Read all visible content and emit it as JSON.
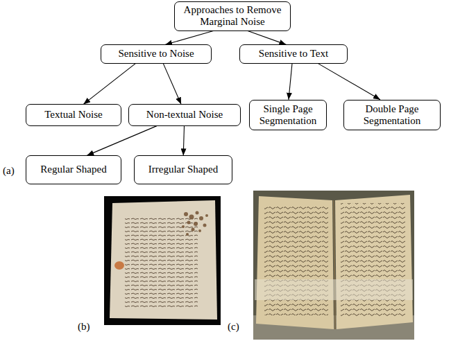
{
  "diagram": {
    "nodes": [
      {
        "text": [
          "Approaches to Remove Marginal Noise"
        ]
      },
      {
        "text": [
          "Sensitive to Noise"
        ]
      },
      {
        "text": [
          "Sensitive to Text"
        ]
      },
      {
        "text": [
          "Textual Noise"
        ]
      },
      {
        "text": [
          "Non-textual Noise"
        ]
      },
      {
        "text": [
          "Single Page Segmentation"
        ]
      },
      {
        "text": [
          "Double Page Segmentation"
        ]
      },
      {
        "text": [
          "Regular Shaped"
        ]
      },
      {
        "text": [
          "Irregular Shaped"
        ]
      }
    ],
    "edges": [
      {
        "from": 0,
        "to": 1,
        "arrow": "to"
      },
      {
        "from": 0,
        "to": 2,
        "arrow": "to"
      },
      {
        "from": 1,
        "to": 3,
        "arrow": "to"
      },
      {
        "from": 1,
        "to": 4,
        "arrow": "to"
      },
      {
        "from": 2,
        "to": 5,
        "arrow": "to"
      },
      {
        "from": 2,
        "to": 6,
        "arrow": "to"
      },
      {
        "from": 4,
        "to": 7,
        "arrow": "to"
      },
      {
        "from": 4,
        "to": 8,
        "arrow": "to"
      }
    ],
    "labels": [
      "(a)",
      "(b)",
      "(c)"
    ]
  }
}
